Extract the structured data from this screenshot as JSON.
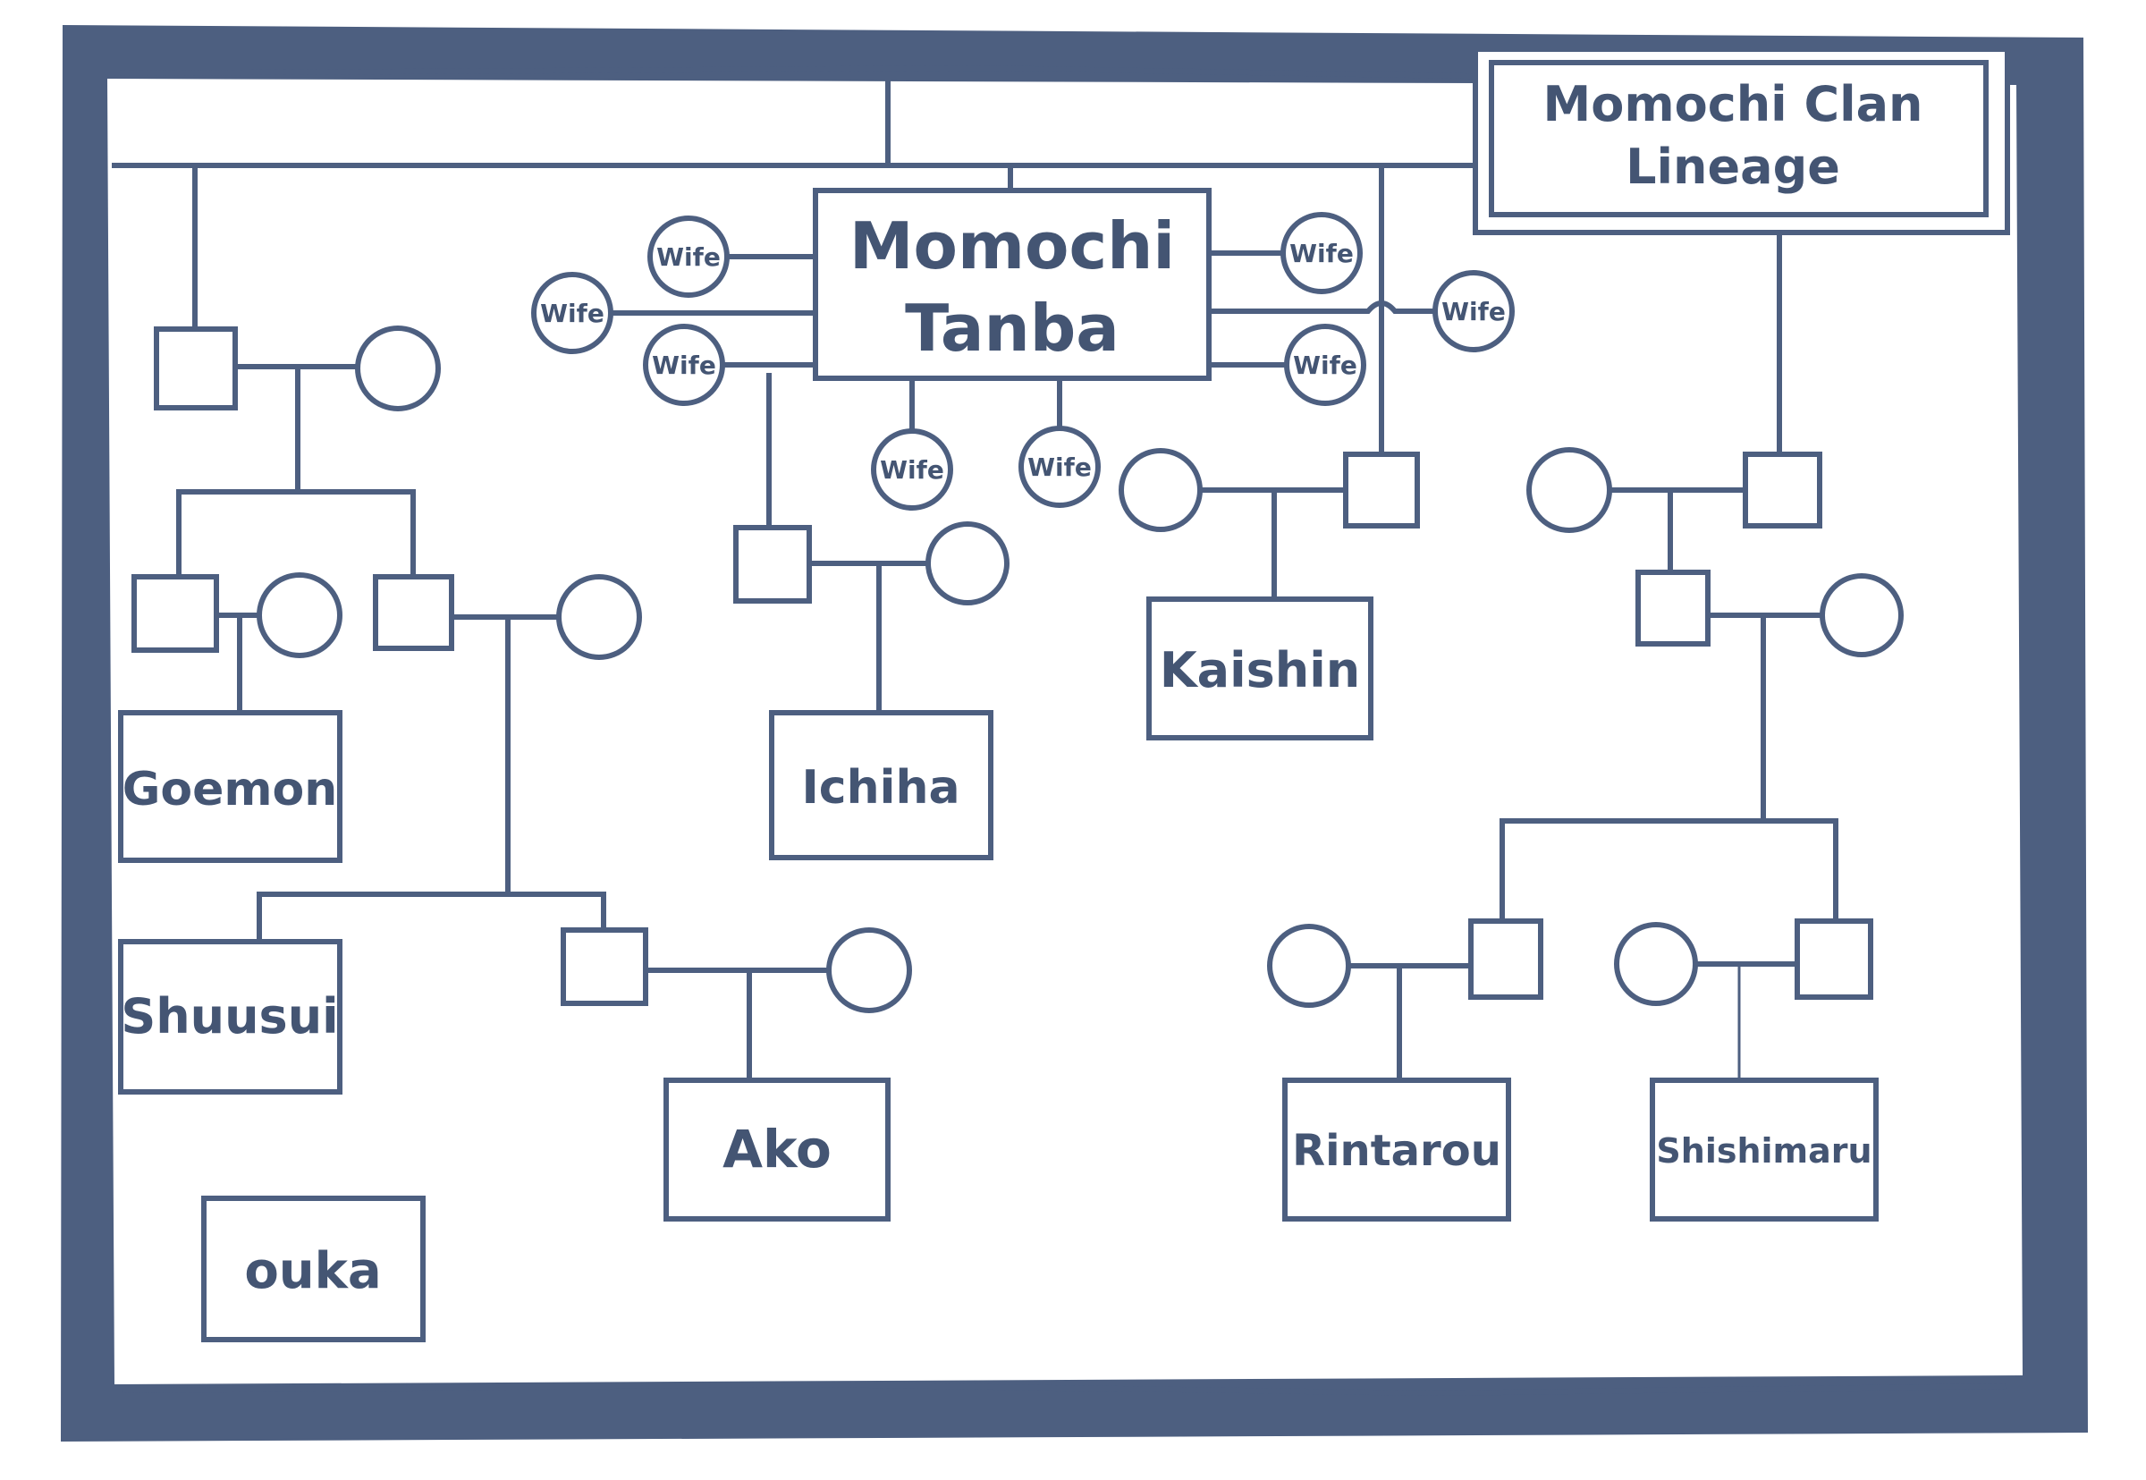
{
  "title": [
    "Momochi Clan",
    "Lineage"
  ],
  "root": [
    "Momochi",
    "Tanba"
  ],
  "wife_label": "Wife",
  "members": {
    "goemon": "Goemon",
    "ichiha": "Ichiha",
    "kaishin": "Kaishin",
    "shuusui": "Shuusui",
    "ako": "Ako",
    "ouka": "ouka",
    "rintarou": "Rintarou",
    "shishimaru": "Shishimaru"
  },
  "colors": {
    "ink": "#4d5f80",
    "text": "#445573",
    "paper": "#ffffff"
  }
}
